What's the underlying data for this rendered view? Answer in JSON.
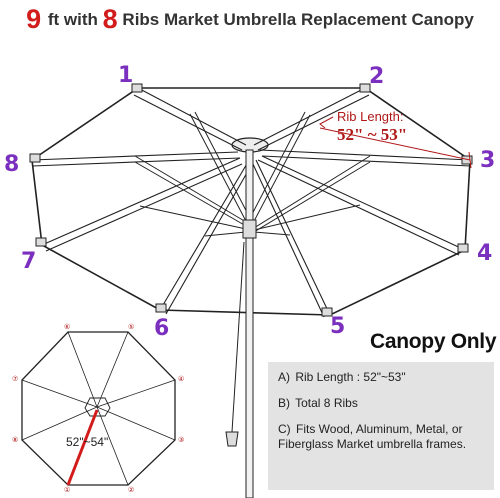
{
  "title": {
    "size_number": "9",
    "size_text": "ft with",
    "ribs_number": "8",
    "ribs_text": "Ribs Market Umbrella Replacement Canopy"
  },
  "rib_numbers": [
    "1",
    "2",
    "3",
    "4",
    "5",
    "6",
    "7",
    "8"
  ],
  "rib_length": {
    "label": "Rib Length:",
    "value": "52\" ~ 53\""
  },
  "diagram": {
    "dimension_label": "52\"~54\"",
    "circle_numbers": [
      "①",
      "②",
      "③",
      "④",
      "⑤",
      "⑥",
      "⑦",
      "⑧"
    ]
  },
  "canopy_only": "Canopy Only",
  "specs": [
    {
      "key": "A)",
      "text": "Rib Length : 52\"~53\""
    },
    {
      "key": "B)",
      "text": "Total 8 Ribs"
    },
    {
      "key": "C)",
      "text": "Fits Wood, Aluminum, Metal, or Fiberglass Market umbrella frames."
    }
  ],
  "colors": {
    "title_accent": "#d21c1c",
    "rib_number": "#7b2fbf",
    "rib_length": "#b01818",
    "spec_box": "#e3e3e3"
  }
}
